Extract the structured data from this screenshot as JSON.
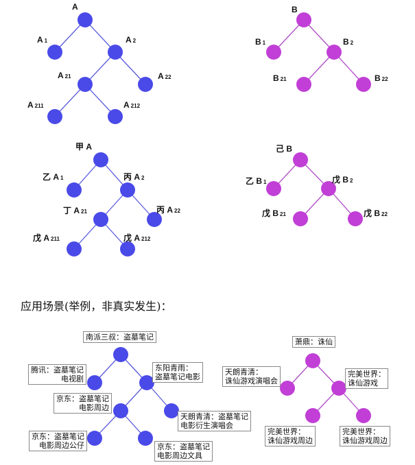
{
  "colors": {
    "blue": "#4a4ae8",
    "purple": "#c13fd6",
    "edge_blue": "#5a5adf",
    "edge_purple": "#b04cc8"
  },
  "diagrams": {
    "tree_a": {
      "color": "blue",
      "nodes": [
        {
          "id": "A",
          "label": "A",
          "sub": "",
          "prefix": ""
        },
        {
          "id": "A1",
          "label": "A",
          "sub": "1",
          "prefix": ""
        },
        {
          "id": "A2",
          "label": "A",
          "sub": "2",
          "prefix": ""
        },
        {
          "id": "A21",
          "label": "A",
          "sub": "21",
          "prefix": ""
        },
        {
          "id": "A22",
          "label": "A",
          "sub": "22",
          "prefix": ""
        },
        {
          "id": "A211",
          "label": "A",
          "sub": "211",
          "prefix": ""
        },
        {
          "id": "A212",
          "label": "A",
          "sub": "212",
          "prefix": ""
        }
      ],
      "edges": [
        [
          "A",
          "A1"
        ],
        [
          "A",
          "A2"
        ],
        [
          "A2",
          "A21"
        ],
        [
          "A2",
          "A22"
        ],
        [
          "A21",
          "A211"
        ],
        [
          "A21",
          "A212"
        ]
      ]
    },
    "tree_b": {
      "color": "purple",
      "nodes": [
        {
          "id": "B",
          "label": "B",
          "sub": "",
          "prefix": ""
        },
        {
          "id": "B1",
          "label": "B",
          "sub": "1",
          "prefix": ""
        },
        {
          "id": "B2",
          "label": "B",
          "sub": "2",
          "prefix": ""
        },
        {
          "id": "B21",
          "label": "B",
          "sub": "21",
          "prefix": ""
        },
        {
          "id": "B22",
          "label": "B",
          "sub": "22",
          "prefix": ""
        }
      ],
      "edges": [
        [
          "B",
          "B1"
        ],
        [
          "B",
          "B2"
        ],
        [
          "B2",
          "B21"
        ],
        [
          "B2",
          "B22"
        ]
      ]
    },
    "tree_a_cn": {
      "color": "blue",
      "nodes": [
        {
          "id": "A",
          "label": "A",
          "sub": "",
          "prefix": "甲"
        },
        {
          "id": "A1",
          "label": "A",
          "sub": "1",
          "prefix": "乙"
        },
        {
          "id": "A2",
          "label": "A",
          "sub": "2",
          "prefix": "丙"
        },
        {
          "id": "A21",
          "label": "A",
          "sub": "21",
          "prefix": "丁"
        },
        {
          "id": "A22",
          "label": "A",
          "sub": "22",
          "prefix": "丙"
        },
        {
          "id": "A211",
          "label": "A",
          "sub": "211",
          "prefix": "戊"
        },
        {
          "id": "A212",
          "label": "A",
          "sub": "212",
          "prefix": "戊"
        }
      ],
      "edges": [
        [
          "A",
          "A1"
        ],
        [
          "A",
          "A2"
        ],
        [
          "A2",
          "A21"
        ],
        [
          "A2",
          "A22"
        ],
        [
          "A21",
          "A211"
        ],
        [
          "A21",
          "A212"
        ]
      ]
    },
    "tree_b_cn": {
      "color": "purple",
      "nodes": [
        {
          "id": "B",
          "label": "B",
          "sub": "",
          "prefix": "己"
        },
        {
          "id": "B1",
          "label": "B",
          "sub": "1",
          "prefix": "乙"
        },
        {
          "id": "B2",
          "label": "B",
          "sub": "2",
          "prefix": "戊"
        },
        {
          "id": "B21",
          "label": "B",
          "sub": "21",
          "prefix": "戊"
        },
        {
          "id": "B22",
          "label": "B",
          "sub": "22",
          "prefix": "戊"
        }
      ],
      "edges": [
        [
          "B",
          "B1"
        ],
        [
          "B",
          "B2"
        ],
        [
          "B2",
          "B21"
        ],
        [
          "B2",
          "B22"
        ]
      ]
    },
    "tree_example_a": {
      "color": "blue",
      "edges": [
        [
          "r",
          "l"
        ],
        [
          "r",
          "m"
        ],
        [
          "m",
          "ml"
        ],
        [
          "m",
          "mr"
        ],
        [
          "ml",
          "mll"
        ],
        [
          "ml",
          "mlr"
        ]
      ],
      "labels": {
        "r": [
          "南派三叔：盗墓笔记"
        ],
        "l": [
          "腾讯：盗墓笔记",
          "电视剧"
        ],
        "m": [
          "东阳青雨：",
          "盗墓笔记电影"
        ],
        "ml": [
          "京东：盗墓笔记",
          "电影周边"
        ],
        "mr": [
          "天朗青清：盗墓笔记",
          "电影衍生演唱会"
        ],
        "mll": [
          "京东：盗墓笔记",
          "电影周边公仔"
        ],
        "mlr": [
          "京东：盗墓笔记",
          "电影周边文具"
        ]
      }
    },
    "tree_example_b": {
      "color": "purple",
      "edges": [
        [
          "r",
          "l"
        ],
        [
          "r",
          "m"
        ],
        [
          "m",
          "ml"
        ],
        [
          "m",
          "mr"
        ]
      ],
      "labels": {
        "r": [
          "萧鼎：诛仙"
        ],
        "l": [
          "天朗青清：",
          "诛仙游戏演唱会"
        ],
        "m": [
          "完美世界：",
          "诛仙游戏"
        ],
        "ml": [
          "完美世界：",
          "诛仙游戏周边"
        ],
        "mr": [
          "完美世界：",
          "诛仙游戏周边"
        ]
      }
    }
  },
  "caption": "应用场景(举例，非真实发生)："
}
